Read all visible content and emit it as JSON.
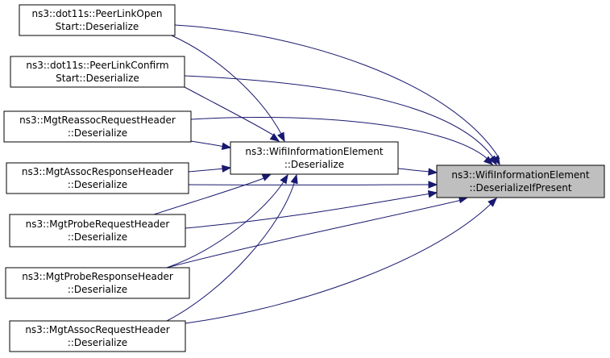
{
  "diagram": {
    "nodes": [
      {
        "id": "peer_link_open",
        "lines": [
          "ns3::dot11s::PeerLinkOpen",
          "Start::Deserialize"
        ]
      },
      {
        "id": "peer_link_confirm",
        "lines": [
          "ns3::dot11s::PeerLinkConfirm",
          "Start::Deserialize"
        ]
      },
      {
        "id": "mgt_reassoc_request",
        "lines": [
          "ns3::MgtReassocRequestHeader",
          "::Deserialize"
        ]
      },
      {
        "id": "mgt_assoc_response",
        "lines": [
          "ns3::MgtAssocResponseHeader",
          "::Deserialize"
        ]
      },
      {
        "id": "mgt_probe_request",
        "lines": [
          "ns3::MgtProbeRequestHeader",
          "::Deserialize"
        ]
      },
      {
        "id": "mgt_probe_response",
        "lines": [
          "ns3::MgtProbeResponseHeader",
          "::Deserialize"
        ]
      },
      {
        "id": "mgt_assoc_request",
        "lines": [
          "ns3::MgtAssocRequestHeader",
          "::Deserialize"
        ]
      },
      {
        "id": "wifi_ie_deserialize",
        "lines": [
          "ns3::WifiInformationElement",
          "::Deserialize"
        ]
      },
      {
        "id": "wifi_ie_deserialize_if_present",
        "lines": [
          "ns3::WifiInformationElement",
          "::DeserializeIfPresent"
        ],
        "highlighted": true
      }
    ],
    "edges": [
      {
        "from": "peer_link_open",
        "to": "wifi_ie_deserialize_if_present"
      },
      {
        "from": "peer_link_open",
        "to": "wifi_ie_deserialize"
      },
      {
        "from": "peer_link_confirm",
        "to": "wifi_ie_deserialize_if_present"
      },
      {
        "from": "peer_link_confirm",
        "to": "wifi_ie_deserialize"
      },
      {
        "from": "mgt_reassoc_request",
        "to": "wifi_ie_deserialize_if_present"
      },
      {
        "from": "mgt_reassoc_request",
        "to": "wifi_ie_deserialize"
      },
      {
        "from": "mgt_assoc_response",
        "to": "wifi_ie_deserialize_if_present"
      },
      {
        "from": "mgt_assoc_response",
        "to": "wifi_ie_deserialize"
      },
      {
        "from": "mgt_probe_request",
        "to": "wifi_ie_deserialize_if_present"
      },
      {
        "from": "mgt_probe_request",
        "to": "wifi_ie_deserialize"
      },
      {
        "from": "mgt_probe_response",
        "to": "wifi_ie_deserialize_if_present"
      },
      {
        "from": "mgt_probe_response",
        "to": "wifi_ie_deserialize"
      },
      {
        "from": "mgt_assoc_request",
        "to": "wifi_ie_deserialize_if_present"
      },
      {
        "from": "mgt_assoc_request",
        "to": "wifi_ie_deserialize"
      },
      {
        "from": "wifi_ie_deserialize",
        "to": "wifi_ie_deserialize_if_present"
      }
    ],
    "colors": {
      "edge": "#191970",
      "node_border": "#000000",
      "node_fill": "#ffffff",
      "highlight_fill": "#bfbfbf"
    }
  }
}
